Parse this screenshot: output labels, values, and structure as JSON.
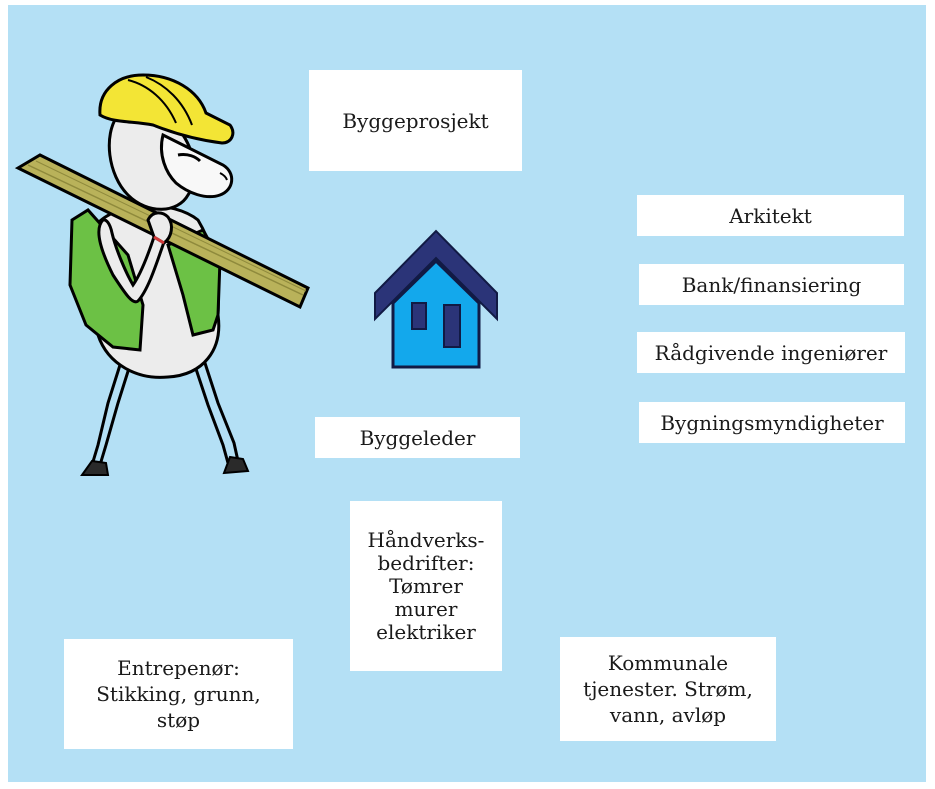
{
  "boxes": {
    "byggeprosjekt": "Byggeprosjekt",
    "arkitekt": "Arkitekt",
    "bank": "Bank/finansiering",
    "radgivende": "Rådgivende ingeniører",
    "bygningsmyndigheter": "Bygningsmyndigheter",
    "byggeleder": "Byggeleder",
    "handverk": [
      "Håndverks-",
      "bedrifter:",
      "Tømrer",
      "murer",
      "elektriker"
    ],
    "entreprenor": [
      "Entrepenør:",
      "Stikking, grunn,",
      "støp"
    ],
    "kommunale": [
      "Kommunale",
      "tjenester. Strøm,",
      "vann, avløp"
    ]
  },
  "icons": {
    "house": "house-icon",
    "mascot": "sheep-builder-illustration"
  },
  "colors": {
    "background": "#b4e0f5",
    "box": "#ffffff",
    "house_roof": "#2b3478",
    "house_wall": "#13a8ec",
    "helmet": "#f3e535",
    "vest": "#6cc145",
    "plank": "#b9b25a"
  }
}
